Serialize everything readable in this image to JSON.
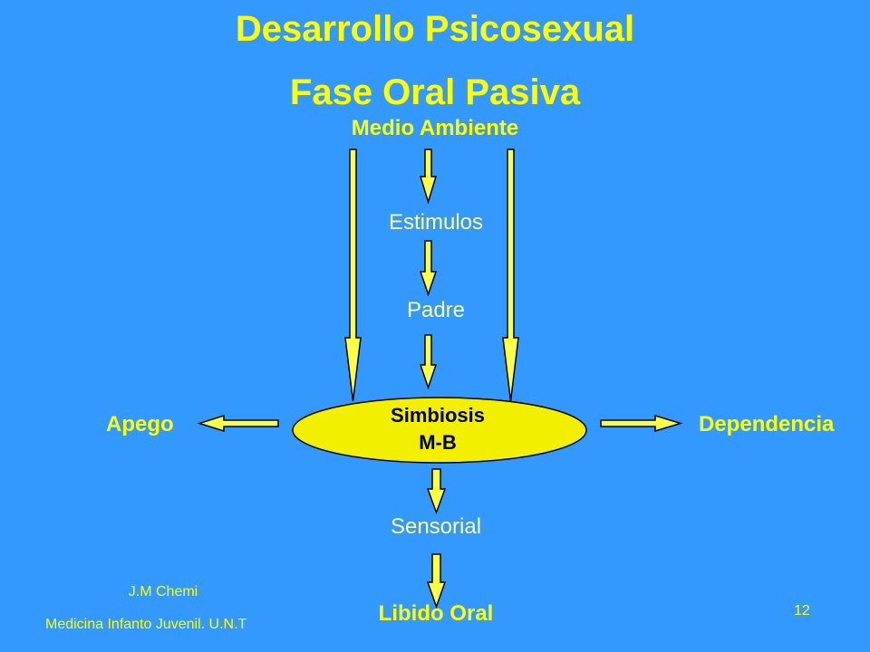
{
  "slide": {
    "title_line1": "Desarrollo Psicosexual",
    "title_line2": "Fase Oral Pasiva",
    "page_number": "12",
    "colors": {
      "background": "#3399ff",
      "accent": "#ffff00",
      "light_text": "#ffff99",
      "node_fill": "#f2f000",
      "arrow_fill": "#ffff44"
    }
  },
  "diagram": {
    "top_label": "Medio Ambiente",
    "stimulus_label": "Estimulos",
    "father_label": "Padre",
    "center_node": {
      "line1": "Simbiosis",
      "line2": "M-B"
    },
    "left_label": "Apego",
    "right_label": "Dependencia",
    "sensory_label": "Sensorial",
    "bottom_label": "Libido Oral"
  },
  "footer": {
    "author": "J.M Chemi",
    "institution": "Medicina Infanto Juvenil. U.N.T"
  }
}
